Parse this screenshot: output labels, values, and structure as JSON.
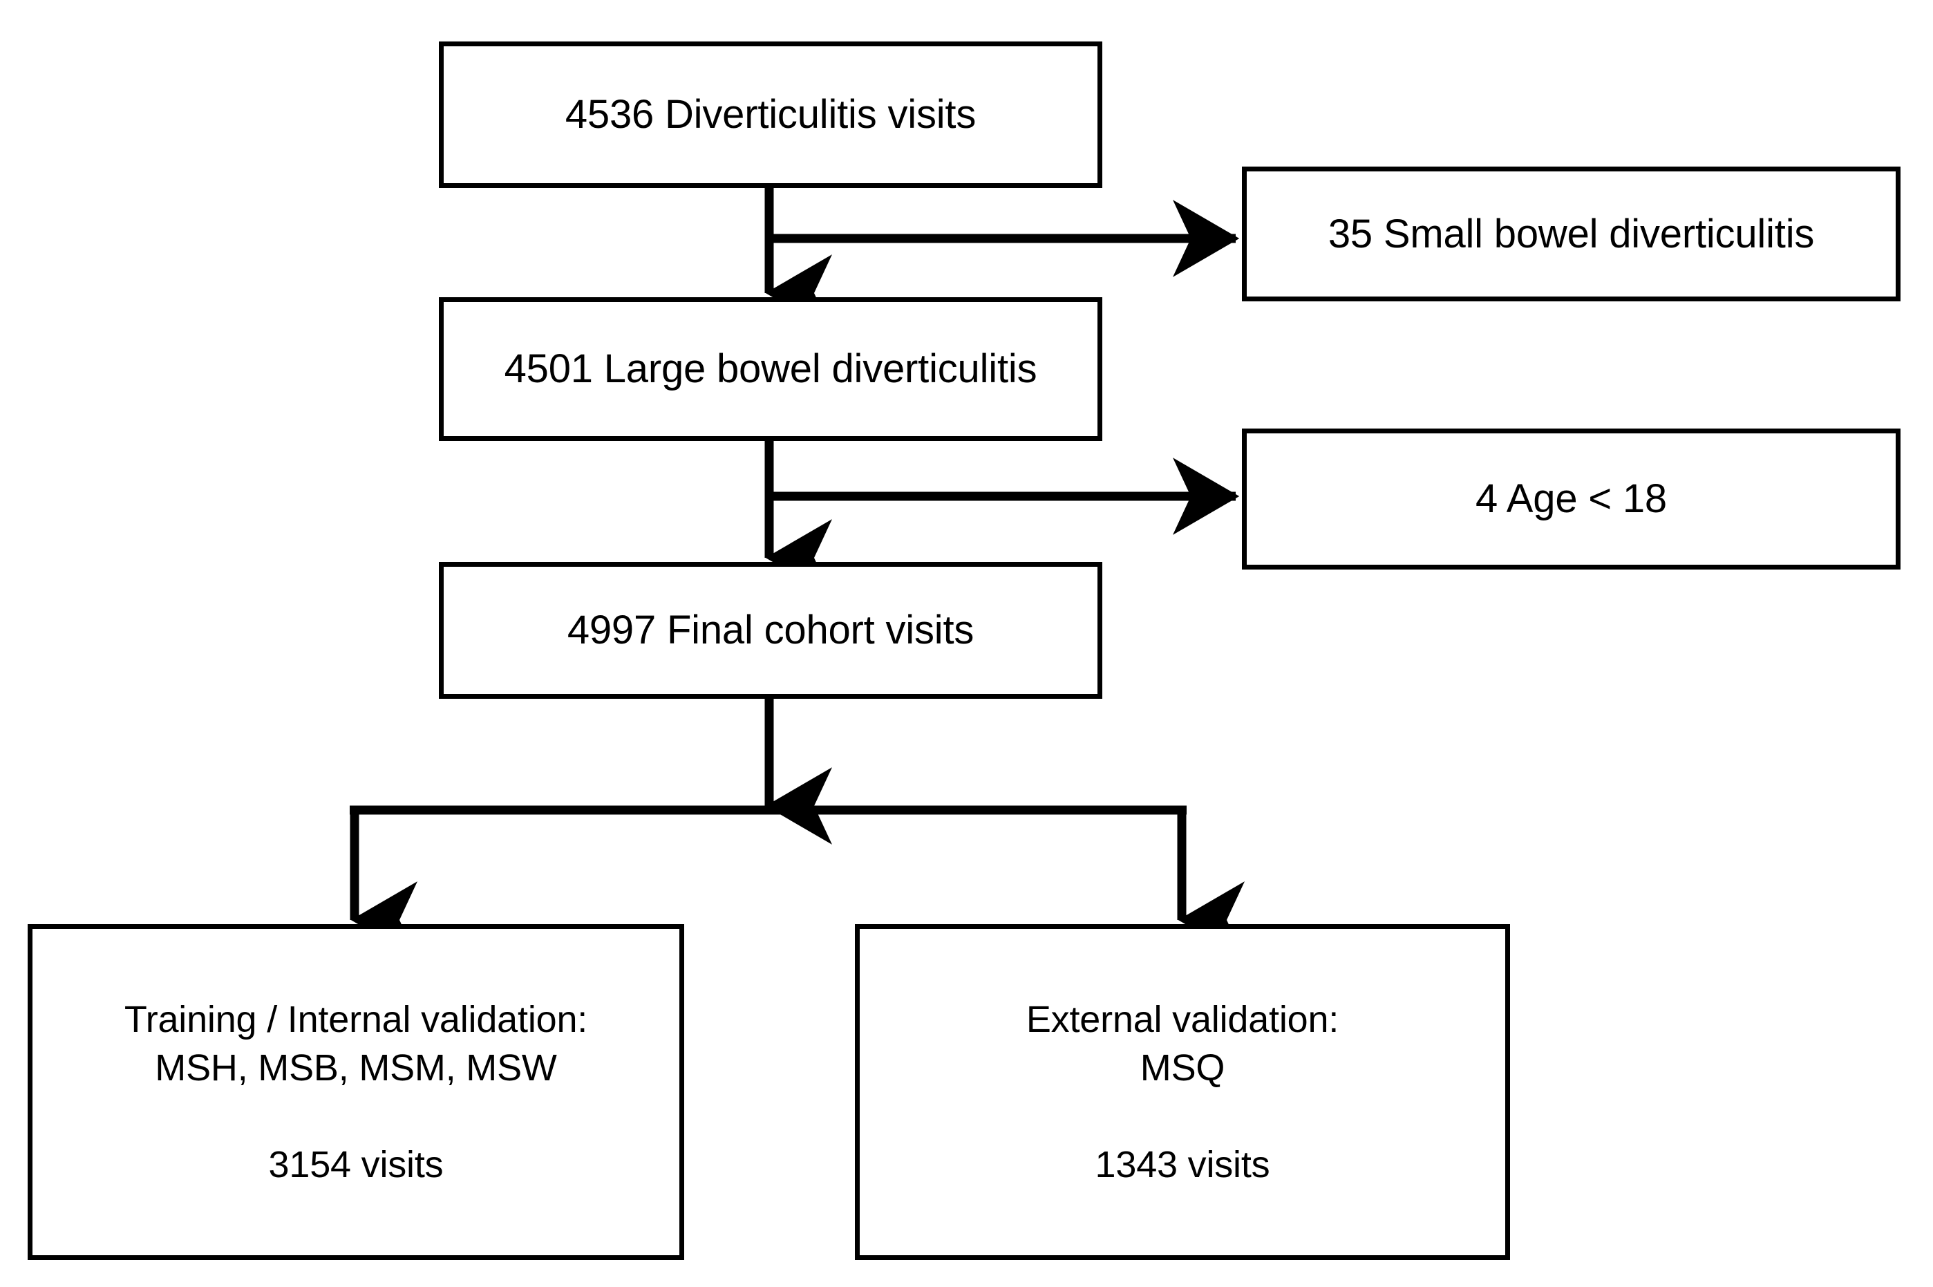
{
  "figure": {
    "type": "flowchart",
    "orientation": "top-down",
    "background_color": "#ffffff",
    "stroke_color": "#000000",
    "text_color": "#000000"
  },
  "nodes": {
    "diverticulitis_visits": {
      "count": "4536",
      "label": "4536 Diverticulitis visits",
      "lines": [
        "4536 Diverticulitis visits"
      ]
    },
    "small_bowel_excluded": {
      "count": "35",
      "label": "35 Small bowel diverticulitis",
      "lines": [
        "35 Small bowel diverticulitis"
      ]
    },
    "large_bowel": {
      "count": "4501",
      "label": "4501 Large bowel diverticulitis",
      "lines": [
        "4501 Large bowel diverticulitis"
      ]
    },
    "age_excluded": {
      "count": "4",
      "label": "4 Age < 18",
      "lines": [
        "4 Age < 18"
      ]
    },
    "final_cohort": {
      "count": "4997",
      "label": "4997 Final cohort visits",
      "lines": [
        "4997 Final cohort visits"
      ]
    },
    "training_internal": {
      "title": "Training / Internal validation:",
      "sites": "MSH, MSB, MSM, MSW",
      "visits": "3154 visits",
      "visits_count": "3154",
      "lines": [
        "Training / Internal validation:",
        "MSH, MSB, MSM, MSW",
        "",
        "3154 visits"
      ]
    },
    "external_validation": {
      "title": "External validation:",
      "sites": "MSQ",
      "visits": "1343 visits",
      "visits_count": "1343",
      "lines": [
        "External validation:",
        "MSQ",
        "",
        "1343 visits"
      ]
    }
  },
  "edges": [
    {
      "from": "diverticulitis_visits",
      "to": "large_bowel",
      "kind": "arrow-down"
    },
    {
      "from": "diverticulitis_visits",
      "to": "small_bowel_excluded",
      "kind": "arrow-right-branch"
    },
    {
      "from": "large_bowel",
      "to": "final_cohort",
      "kind": "arrow-down"
    },
    {
      "from": "large_bowel",
      "to": "age_excluded",
      "kind": "arrow-right-branch"
    },
    {
      "from": "final_cohort",
      "to": "training_internal",
      "kind": "arrow-split-left"
    },
    {
      "from": "final_cohort",
      "to": "external_validation",
      "kind": "arrow-split-right"
    }
  ]
}
